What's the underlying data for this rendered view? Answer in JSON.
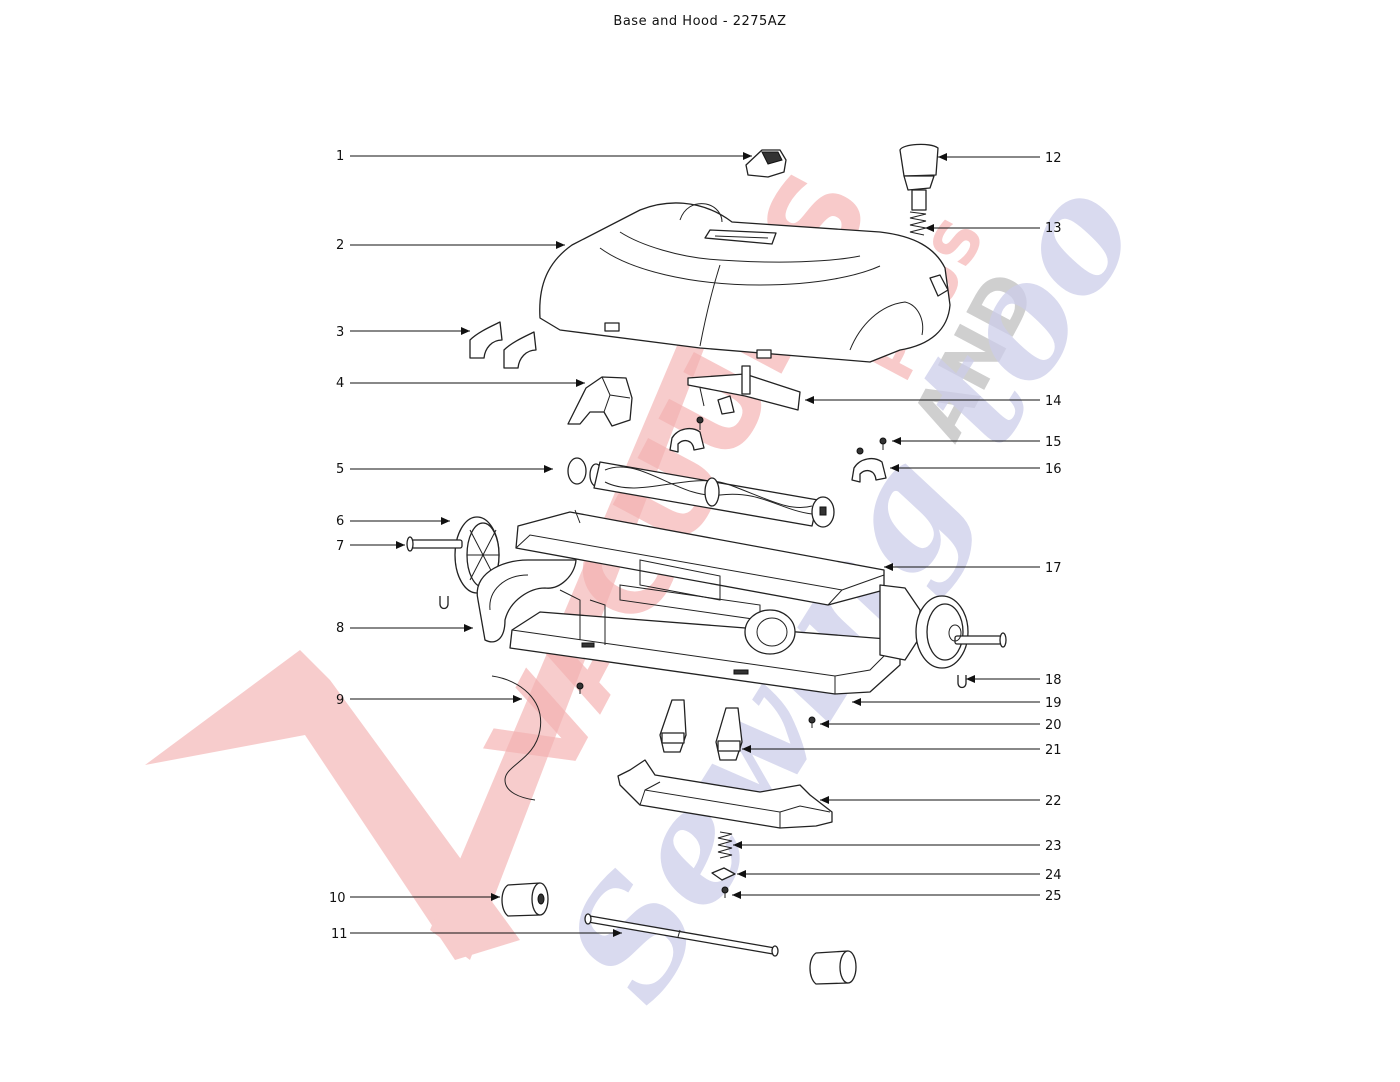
{
  "title": "Base and Hood - 2275AZ",
  "watermark": {
    "word_1": "VACUUMS",
    "word_2": "Sewing too",
    "word_3": "PLUS",
    "word_4": "AND",
    "colors": {
      "red": "#f4b3b3",
      "blue": "#c7c9e4",
      "gray": "#c9c9c9"
    }
  },
  "callouts": [
    {
      "label": "1"
    },
    {
      "label": "2"
    },
    {
      "label": "3"
    },
    {
      "label": "4"
    },
    {
      "label": "5"
    },
    {
      "label": "6"
    },
    {
      "label": "7"
    },
    {
      "label": "8"
    },
    {
      "label": "9"
    },
    {
      "label": "10"
    },
    {
      "label": "11"
    },
    {
      "label": "12"
    },
    {
      "label": "13"
    },
    {
      "label": "14"
    },
    {
      "label": "15"
    },
    {
      "label": "16"
    },
    {
      "label": "17"
    },
    {
      "label": "18"
    },
    {
      "label": "19"
    },
    {
      "label": "20"
    },
    {
      "label": "21"
    },
    {
      "label": "22"
    },
    {
      "label": "23"
    },
    {
      "label": "24"
    },
    {
      "label": "25"
    }
  ]
}
